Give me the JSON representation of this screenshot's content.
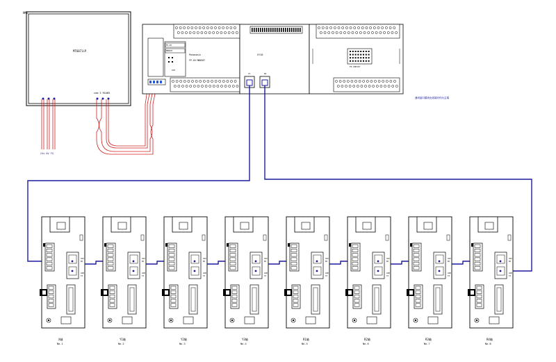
{
  "hmi": {
    "corner_label": "HMI",
    "model": "MT6071iP",
    "port_label": "com 3  RS485",
    "power_label": "24v  0V  FG"
  },
  "plc": {
    "brand": "Panasonic",
    "model": "FP-XH M8N30T",
    "tag1": "FP-XH",
    "tag2": "M8N30T",
    "comm_label": "COM",
    "module_center": "XY16",
    "port_left": "T1",
    "port_right": "R1",
    "ext_model": "FP-X0E16T"
  },
  "side_note": "通讯接口模块出线端可作为主端",
  "drives": [
    {
      "caption": "X轴",
      "no": "No.1"
    },
    {
      "caption": "Y1轴",
      "no": "No.2"
    },
    {
      "caption": "Y2轴",
      "no": "No.3"
    },
    {
      "caption": "Y3轴",
      "no": "No.4"
    },
    {
      "caption": "R1轴",
      "no": "No.5"
    },
    {
      "caption": "R2轴",
      "no": "No.6"
    },
    {
      "caption": "R3轴",
      "no": "No.7"
    },
    {
      "caption": "R4轴",
      "no": "No.8"
    }
  ],
  "drive_port_labels": {
    "upper": "X2A",
    "upper_sub": "RX",
    "lower": "X2B",
    "lower_sub": "TX"
  },
  "colors": {
    "line": "#000000",
    "network": "#1a1aa0",
    "power_wire": "#d02020",
    "accent": "#2a5bd7"
  }
}
